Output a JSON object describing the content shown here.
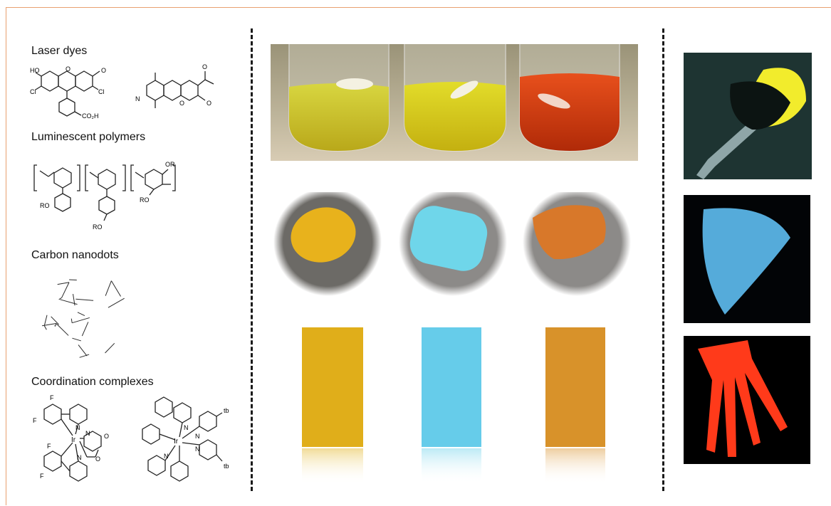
{
  "figure": {
    "sections": [
      {
        "label": "Laser dyes"
      },
      {
        "label": "Luminescent polymers"
      },
      {
        "label": "Carbon nanodots"
      },
      {
        "label": "Coordination complexes"
      }
    ],
    "atoms": {
      "ho": "HO",
      "o": "O",
      "cl": "Cl",
      "co2h": "CO₂H",
      "n": "N",
      "ro": "RO",
      "or": "OR",
      "f": "F",
      "ir": "Ir",
      "tb": "tb"
    },
    "colors": {
      "yellow_emission": "#e8b21c",
      "cyan_emission": "#6fd6ea",
      "orange_emission": "#d8782a",
      "red_emission": "#ff3a1a",
      "blue_emission": "#5ab4e6",
      "frame_border": "#e9a070"
    },
    "icons": {
      "vials": "vials-photo",
      "pellets": "pellet-photo",
      "films": "film-photo",
      "spoon": "spoon-photo",
      "blade": "blade-photo",
      "fork": "fork-photo"
    }
  }
}
